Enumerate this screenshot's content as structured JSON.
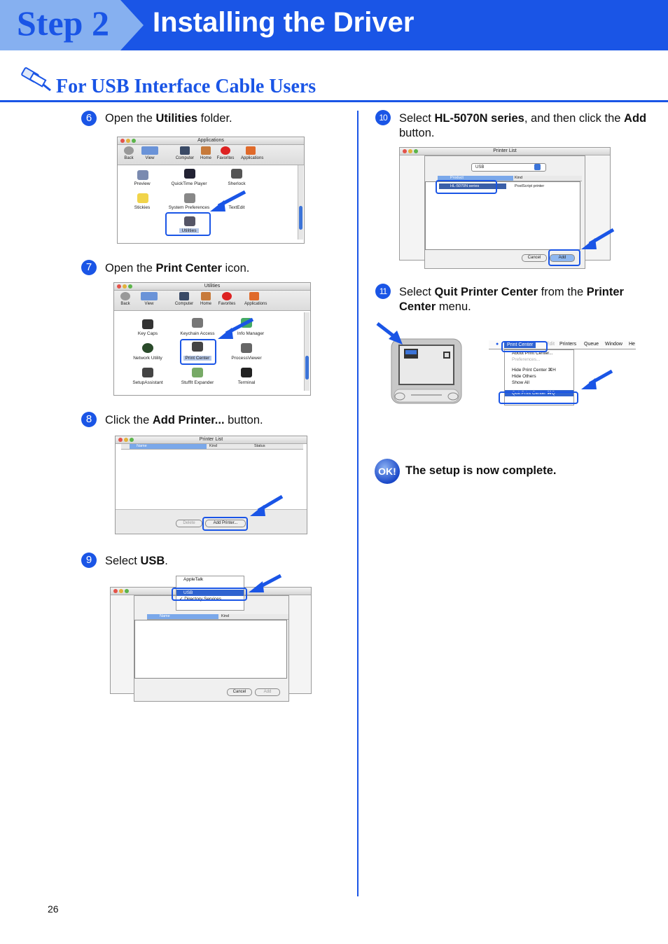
{
  "header": {
    "step": "Step 2",
    "title": "Installing the Driver"
  },
  "section": {
    "title": "For USB Interface Cable Users",
    "icon": "usb-cable-icon"
  },
  "steps": {
    "s6": {
      "num": "6",
      "pre": "Open the ",
      "bold": "Utilities",
      "post": " folder."
    },
    "s7": {
      "num": "7",
      "pre": "Open the ",
      "bold": "Print Center",
      "post": " icon."
    },
    "s8": {
      "num": "8",
      "pre": "Click the ",
      "bold": "Add Printer...",
      "post": " button."
    },
    "s9": {
      "num": "9",
      "pre": "Select ",
      "bold": "USB",
      "post": "."
    },
    "s10": {
      "num": "10",
      "pre": "Select ",
      "bold": "HL-5070N series",
      "mid": ", and then click the ",
      "bold2": "Add",
      "post": " button."
    },
    "s11": {
      "num": "11",
      "pre": "Select ",
      "bold": "Quit Printer Center",
      "mid": " from the ",
      "bold2": "Printer Center",
      "post": " menu."
    }
  },
  "shot_applications": {
    "title": "Applications",
    "toolbar": [
      "Back",
      "View",
      "Computer",
      "Home",
      "Favorites",
      "Applications"
    ],
    "items": [
      "Preview",
      "QuickTime Player",
      "Sherlock",
      "Stickies",
      "System Preferences",
      "TextEdit",
      "Utilities"
    ]
  },
  "shot_utilities": {
    "title": "Utilities",
    "toolbar": [
      "Back",
      "View",
      "Computer",
      "Home",
      "Favorites",
      "Applications"
    ],
    "items": [
      "Key Caps",
      "Keychain Access",
      "Info Manager",
      "Network Utility",
      "Print Center",
      "ProcessViewer",
      "SetupAssistant",
      "StuffIt Expander",
      "Terminal"
    ]
  },
  "shot_printer_list": {
    "title": "Printer List",
    "columns": [
      "Name",
      "Kind",
      "Status"
    ],
    "buttons": [
      "Delete",
      "Add Printer..."
    ]
  },
  "shot_usb_select": {
    "menu": [
      "AppleTalk",
      "USB",
      "✓ Directory Services"
    ],
    "columns": [
      "Name",
      "Kind"
    ],
    "buttons": [
      "Cancel",
      "Add"
    ]
  },
  "shot_add_printer": {
    "title": "Printer List",
    "popup": "USB",
    "columns": [
      "Product",
      "Kind"
    ],
    "row_product": "HL-5070N series",
    "row_kind": "PostScript printer",
    "buttons": [
      "Cancel",
      "Add"
    ]
  },
  "shot_quit_menu": {
    "menubar": [
      "Print Center",
      "Edit",
      "Printers",
      "Queue",
      "Window",
      "He"
    ],
    "menu": [
      "About Print Center...",
      "Preferences...",
      "Hide Print Center   ⌘H",
      "Hide Others",
      "Show All",
      "Quit Print Center   ⌘Q"
    ]
  },
  "ok": {
    "badge": "OK!",
    "text": "The setup is now complete."
  },
  "page_number": "26",
  "colors": {
    "accent": "#1a55e6",
    "step_tab": "#86b0f0"
  }
}
